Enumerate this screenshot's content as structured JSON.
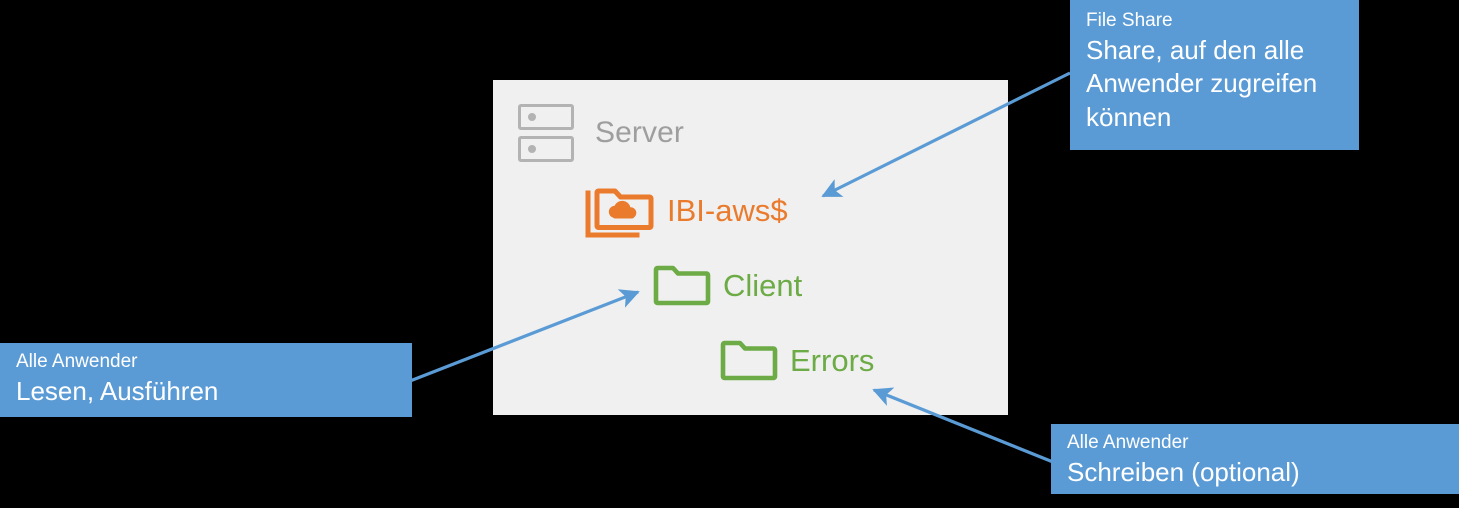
{
  "diagram": {
    "panel": {
      "name": "server-panel",
      "background_color": "#f0f0f0"
    },
    "nodes": [
      {
        "id": "server",
        "label": "Server",
        "icon": "server-icon",
        "color": "#9e9e9e"
      },
      {
        "id": "share",
        "label": "IBI-aws$",
        "icon": "cloud-folder-icon",
        "color": "#ea7b2d"
      },
      {
        "id": "client",
        "label": "Client",
        "icon": "folder-icon",
        "color": "#6cab45"
      },
      {
        "id": "errors",
        "label": "Errors",
        "icon": "folder-icon",
        "color": "#6cab45"
      }
    ]
  },
  "callouts": [
    {
      "id": "file-share",
      "title": "File Share",
      "body": "Share, auf den alle Anwender zugreifen können",
      "color": "#5b9bd5",
      "points_to": "share"
    },
    {
      "id": "read-execute",
      "title": "Alle Anwender",
      "body": "Lesen, Ausführen",
      "color": "#5b9bd5",
      "points_to": "client"
    },
    {
      "id": "write-optional",
      "title": "Alle Anwender",
      "body": "Schreiben (optional)",
      "color": "#5b9bd5",
      "points_to": "errors"
    }
  ],
  "colors": {
    "background": "#000000",
    "panel": "#f0f0f0",
    "accent_blue": "#5b9bd5",
    "orange": "#ea7b2d",
    "green": "#6cab45",
    "gray": "#9e9e9e"
  }
}
